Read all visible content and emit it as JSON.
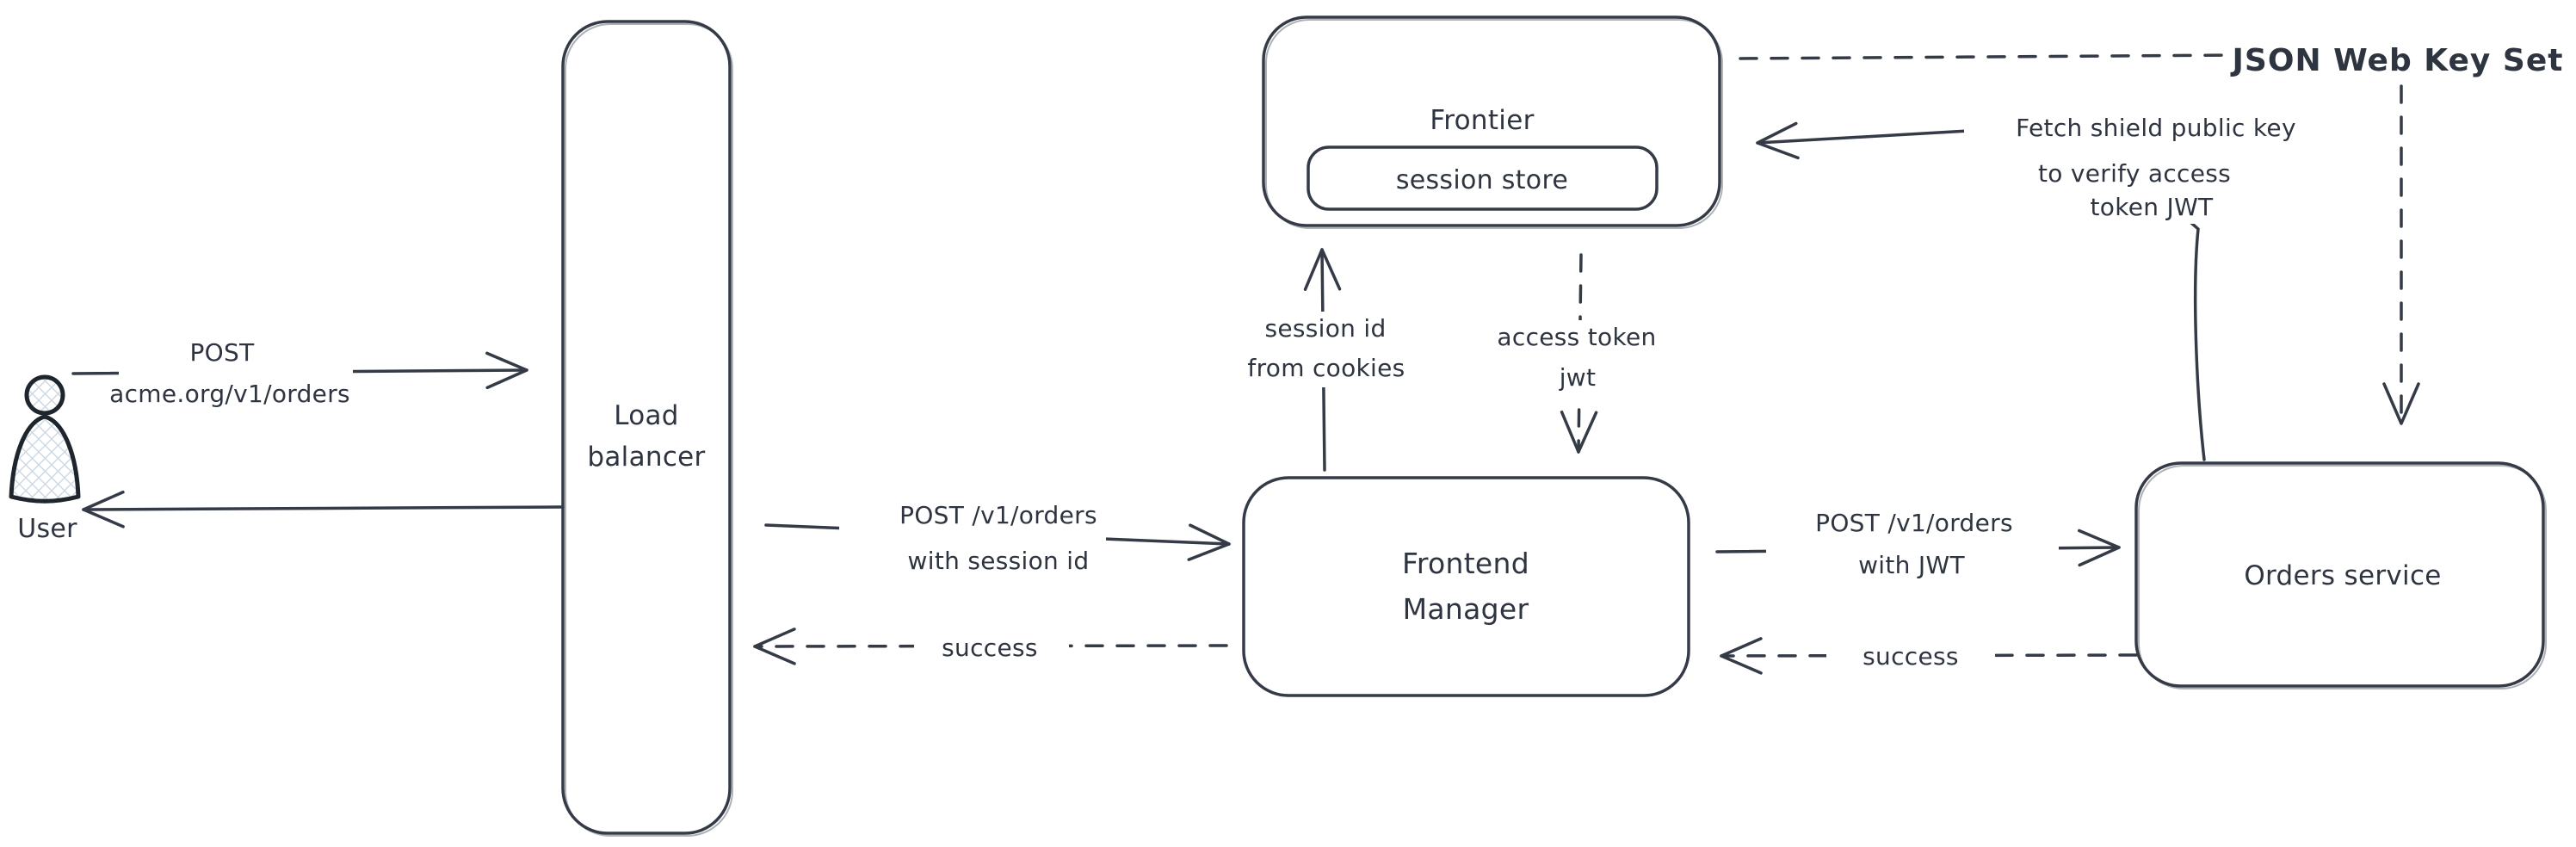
{
  "canvas": {
    "background": "#ffffff",
    "stroke_color": "#343b46",
    "text_color": "#2e3540",
    "hatch_color": "#ccd7e2"
  },
  "actors": {
    "user": {
      "label": "User"
    },
    "load_balancer": {
      "label_line1": "Load",
      "label_line2": "balancer"
    },
    "frontier": {
      "label": "Frontier",
      "session_store": {
        "label": "session store"
      }
    },
    "frontend_manager": {
      "label_line1": "Frontend",
      "label_line2": "Manager"
    },
    "orders_service": {
      "label": "Orders service"
    },
    "jwks": {
      "label": "JSON Web Key Set"
    }
  },
  "flows": {
    "user_to_lb": {
      "style": "solid",
      "line1": "POST",
      "line2": "acme.org/v1/orders"
    },
    "lb_to_user": {
      "style": "solid",
      "label": ""
    },
    "lb_to_fm": {
      "style": "solid",
      "line1": "POST /v1/orders",
      "line2": "with session id"
    },
    "fm_to_lb": {
      "style": "dashed",
      "label": "success"
    },
    "fm_to_frontier": {
      "style": "solid",
      "line1": "session id",
      "line2": "from cookies"
    },
    "frontier_to_fm": {
      "style": "dashed",
      "line1": "access token",
      "line2": "jwt"
    },
    "fm_to_orders": {
      "style": "solid",
      "line1": "POST /v1/orders",
      "line2": "with JWT"
    },
    "orders_to_fm": {
      "style": "dashed",
      "label": "success"
    },
    "orders_to_frontier": {
      "style": "solid",
      "line1": "Fetch shield public key",
      "line2": "to verify access",
      "line3": "token JWT"
    },
    "jwks_to_frontier": {
      "style": "dashed"
    },
    "jwks_to_orders": {
      "style": "dashed"
    }
  }
}
